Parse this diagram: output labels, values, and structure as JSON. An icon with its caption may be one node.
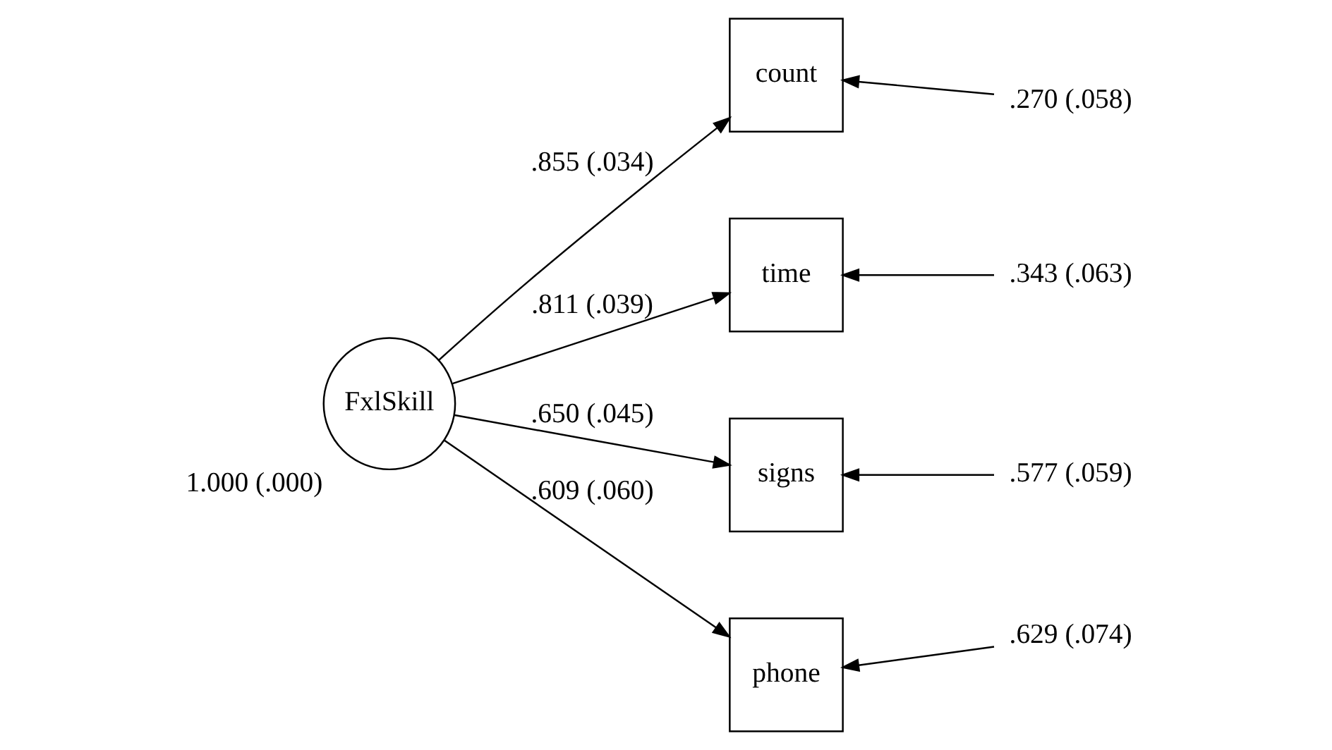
{
  "diagram": {
    "nodes": [
      {
        "text": [
          "FxlSkill"
        ],
        "beside": [
          "1.000 (.000)"
        ]
      },
      {
        "text": [
          "count"
        ]
      },
      {
        "text": [
          "time"
        ]
      },
      {
        "text": [
          "signs"
        ]
      },
      {
        "text": [
          "phone"
        ]
      },
      {
        "text": [
          ".270 (.058)"
        ]
      },
      {
        "text": [
          ".343 (.063)"
        ]
      },
      {
        "text": [
          ".577 (.059)"
        ]
      },
      {
        "text": [
          ".629 (.074)"
        ]
      }
    ],
    "edges": [
      {
        "from": 0,
        "to": 1,
        "arrow": "to",
        "label": ".855 (.034)"
      },
      {
        "from": 0,
        "to": 2,
        "arrow": "to",
        "label": ".811 (.039)"
      },
      {
        "from": 0,
        "to": 3,
        "arrow": "to",
        "label": ".650 (.045)"
      },
      {
        "from": 0,
        "to": 4,
        "arrow": "to",
        "label": ".609 (.060)"
      },
      {
        "from": 5,
        "to": 1,
        "arrow": "to"
      },
      {
        "from": 6,
        "to": 2,
        "arrow": "to"
      },
      {
        "from": 7,
        "to": 3,
        "arrow": "to"
      },
      {
        "from": 8,
        "to": 4,
        "arrow": "to"
      }
    ]
  }
}
